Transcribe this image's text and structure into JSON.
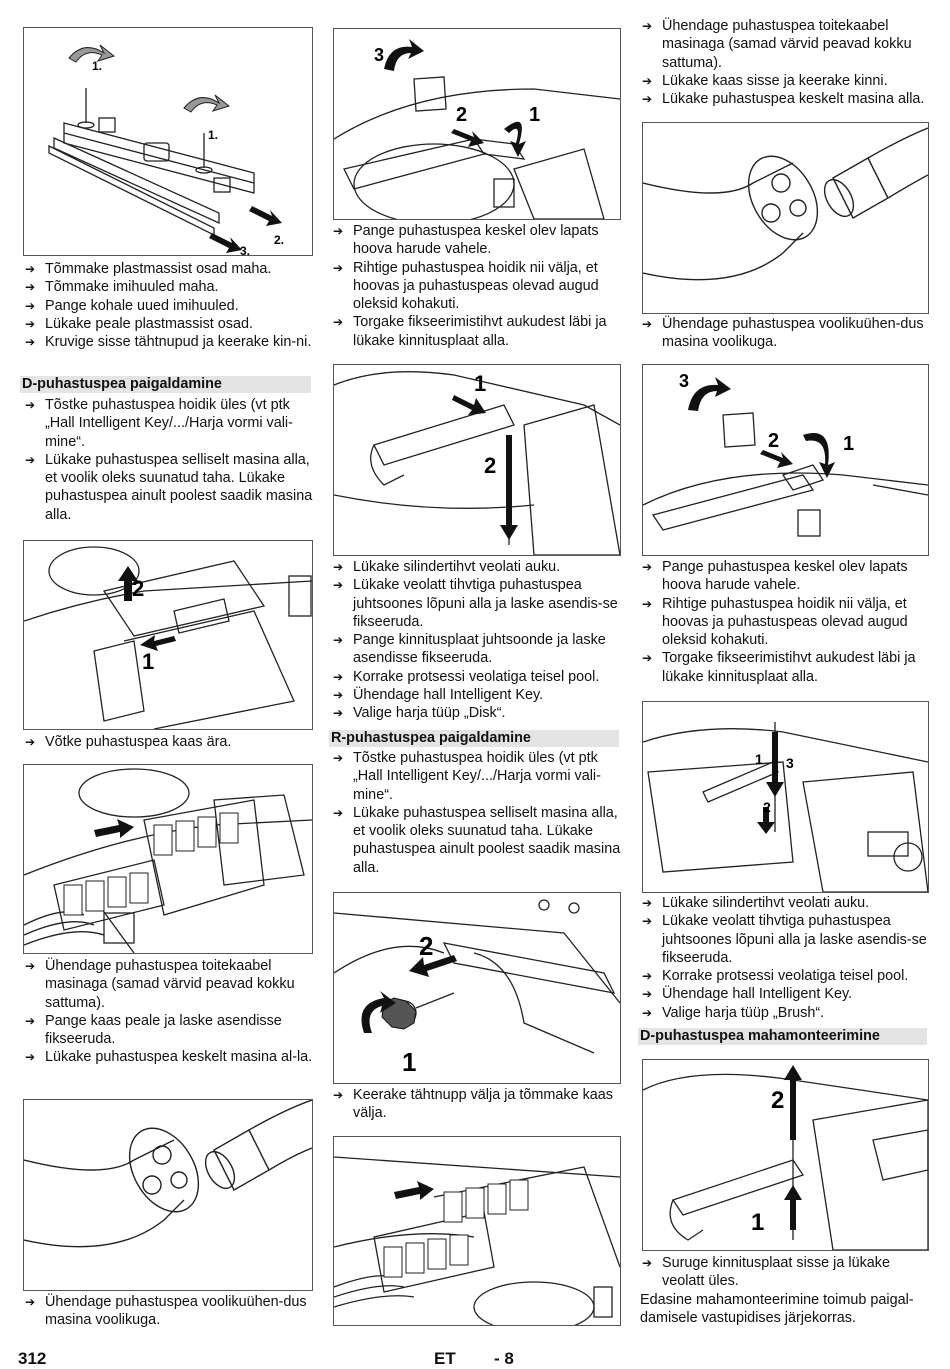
{
  "col1": {
    "fig1": {
      "labels": [
        "1.",
        "1.",
        "2.",
        "3."
      ]
    },
    "list1": [
      "Tõmmake plastmassist osad maha.",
      "Tõmmake imihuuled maha.",
      "Pange kohale uued imihuuled.",
      "Lükake peale plastmassist osad.",
      "Kruvige sisse tähtnupud ja keerake kin-ni."
    ],
    "heading1": "D-puhastuspea paigaldamine",
    "list2": [
      "Tõstke puhastuspea hoidik üles (vt ptk „Hall Intelligent Key/.../Harja vormi vali-mine“.",
      "Lükake puhastuspea selliselt masina alla, et voolik oleks suunatud taha. Lükake puhastuspea ainult poolest saadik masina alla."
    ],
    "fig2": {
      "labels": [
        "2",
        "1"
      ]
    },
    "list3": [
      "Võtke puhastuspea kaas ära."
    ],
    "list4": [
      "Ühendage puhastuspea toitekaabel masinaga (samad värvid peavad kokku sattuma).",
      "Pange kaas peale ja laske asendisse fikseeruda.",
      "Lükake puhastuspea keskelt masina al-la."
    ],
    "list5": [
      "Ühendage puhastuspea voolikuühen-dus masina voolikuga."
    ]
  },
  "col2": {
    "fig1": {
      "labels": [
        "3",
        "2",
        "1"
      ]
    },
    "list1": [
      "Pange puhastuspea keskel olev lapats hoova harude vahele.",
      "Rihtige puhastuspea hoidik nii välja, et hoovas ja puhastuspeas olevad augud oleksid kohakuti.",
      "Torgake fikseerimistihvt aukudest läbi ja lükake kinnitusplaat alla."
    ],
    "fig2": {
      "labels": [
        "1",
        "2"
      ]
    },
    "list2": [
      "Lükake silindertihvt veolati auku.",
      "Lükake veolatt tihvtiga puhastuspea juhtsoones lõpuni alla ja laske asendis-se fikseeruda.",
      "Pange kinnitusplaat juhtsoonde ja laske asendisse fikseeruda.",
      "Korrake protsessi veolatiga teisel pool.",
      "Ühendage hall Intelligent Key.",
      "Valige harja tüüp „Disk“."
    ],
    "heading1": "R-puhastuspea paigaldamine",
    "list3": [
      "Tõstke puhastuspea hoidik üles (vt ptk „Hall Intelligent Key/.../Harja vormi vali-mine“.",
      "Lükake puhastuspea selliselt masina alla, et voolik oleks suunatud taha. Lükake puhastuspea ainult poolest saadik masina alla."
    ],
    "fig3": {
      "labels": [
        "2",
        "1"
      ]
    },
    "list4": [
      "Keerake tähtnupp välja ja tõmmake kaas välja."
    ]
  },
  "col3": {
    "list1": [
      "Ühendage puhastuspea toitekaabel masinaga (samad värvid peavad kokku sattuma).",
      "Lükake kaas sisse ja keerake kinni.",
      "Lükake puhastuspea keskelt masina alla."
    ],
    "list2": [
      "Ühendage puhastuspea voolikuühen-dus masina voolikuga."
    ],
    "fig2": {
      "labels": [
        "3",
        "2",
        "1"
      ]
    },
    "list3": [
      "Pange puhastuspea keskel olev lapats hoova harude vahele.",
      "Rihtige puhastuspea hoidik nii välja, et hoovas ja puhastuspeas olevad augud oleksid kohakuti.",
      "Torgake fikseerimistihvt aukudest läbi ja lükake kinnitusplaat alla."
    ],
    "fig3": {
      "labels": [
        "1",
        "3",
        "2"
      ]
    },
    "list4": [
      "Lükake silindertihvt veolati auku.",
      "Lükake veolatt tihvtiga puhastuspea juhtsoones lõpuni alla ja laske asendis-se fikseeruda.",
      "Korrake protsessi veolatiga teisel pool.",
      "Ühendage hall Intelligent Key.",
      "Valige harja tüüp „Brush“."
    ],
    "heading1": "D-puhastuspea mahamonteerimine",
    "fig4": {
      "labels": [
        "2",
        "1"
      ]
    },
    "list5": [
      "Suruge kinnitusplaat sisse ja lükake veolatt üles."
    ],
    "para1": "Edasine mahamonteerimine toimub paigal-damisele vastupidises järjekorras."
  },
  "footer": {
    "page": "312",
    "lang": "ET",
    "sub": "- 8"
  }
}
